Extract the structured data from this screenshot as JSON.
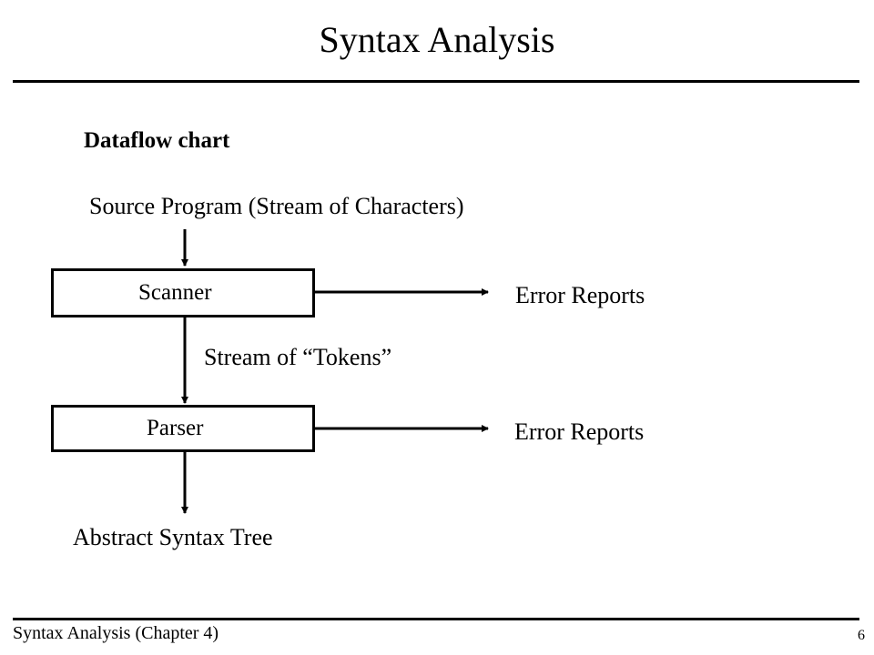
{
  "slide": {
    "title": "Syntax Analysis",
    "subheading": "Dataflow chart"
  },
  "diagram": {
    "source_label": "Source Program (Stream of Characters)",
    "scanner_label": "Scanner",
    "scanner_error_label": "Error Reports",
    "tokens_label": "Stream of “Tokens”",
    "parser_label": "Parser",
    "parser_error_label": "Error Reports",
    "output_label": "Abstract Syntax Tree"
  },
  "footer": {
    "chapter": "Syntax Analysis (Chapter 4)",
    "page_number": "6"
  }
}
